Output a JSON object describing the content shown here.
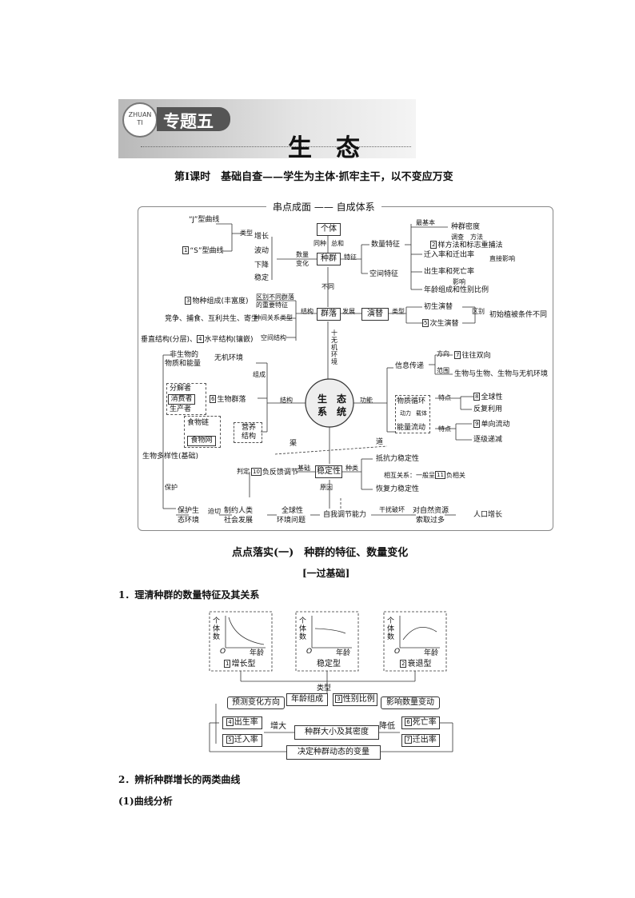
{
  "banner": {
    "badge_top": "ZHUAN",
    "badge_bottom": "TI",
    "topic": "专题五",
    "title": "生　态"
  },
  "lesson_title": "第Ⅰ课时　基础自查——学生为主体·抓牢主干，以不变应万变",
  "mindmap": {
    "header": "串点成面 —— 自成体系",
    "individual": "个体",
    "same_species": "同种",
    "total": "总和",
    "population": "种群",
    "quantity_change_1": "数量",
    "quantity_change_2": "变化",
    "j_curve": "“J”型曲线",
    "s_curve": "“S”型曲线",
    "type": "类型",
    "growth": "增长",
    "fluctuation": "波动",
    "decline": "下降",
    "stable": "稳定",
    "feature": "特征",
    "quantity_feature": "数量特征",
    "spatial_feature": "空间特征",
    "basic": "最基本",
    "density": "种群密度",
    "survey": "调查",
    "method": "方法",
    "sampling": "样方法和标志重捕法",
    "migration": "迁入率和迁出率",
    "direct_influence": "直接影响",
    "birth_death": "出生率和死亡率",
    "influence": "影响",
    "age_sex": "年龄组成和性别比例",
    "different": "不同",
    "community": "群落",
    "develop": "发展",
    "succession": "演替",
    "species_comp": "物种组成(丰富度)",
    "distinguish_1": "区别不同群落",
    "distinguish_2": "的重要特征",
    "relations": "竞争、捕食、互利共生、寄生",
    "interspecific": "种间关系类型",
    "vertical": "垂直结构(分层)、",
    "horizontal": "水平结构(镶嵌)",
    "spatial_structure": "空间结构",
    "structure": "结构",
    "type2": "类型",
    "primary": "初生演替",
    "secondary": "次生演替",
    "difference": "区别",
    "initial": "初始植被条件不同",
    "env_1": "十",
    "env_2": "无",
    "env_3": "机",
    "env_4": "环",
    "env_5": "境",
    "abiotic_1": "非生物的",
    "abiotic_2": "物质和能量",
    "abiotic_env": "无机环境",
    "composition": "组成",
    "decomposer": "分解者",
    "consumer": "消费者",
    "producer": "生产者",
    "biotic_community": "生物群落",
    "food_chain": "食物链",
    "food_web": "食物网",
    "trophic_1": "营养",
    "trophic_2": "结构",
    "eco_1": "生　态",
    "eco_2": "系　统",
    "function": "功能",
    "info": "信息传递",
    "direction": "方向",
    "bidirectional": "往往双向",
    "range": "范围",
    "range_items": "生物与生物、生物与无机环境",
    "matter_cycle": "物质循环",
    "power": "动力",
    "carrier": "载体",
    "energy_flow": "能量流动",
    "trait": "特点",
    "global": "全球性",
    "reuse": "反复利用",
    "one_way": "单向流动",
    "decrease": "逐级递减",
    "biodiversity": "生物多样性(基础)",
    "channel": "渠",
    "road": "道",
    "judge": "判定",
    "negative_feedback": "负反馈调节",
    "basis": "基础",
    "stability": "稳定性",
    "kind": "种类",
    "resistance": "抵抗力稳定性",
    "resilience": "恢复力稳定性",
    "mutual": "相互关系：一般呈",
    "neg_corr": "负相关",
    "cause": "原因",
    "protect": "保护",
    "protect_env_1": "保护生",
    "protect_env_2": "态环境",
    "urgent": "迫切",
    "restrict_1": "制约人类",
    "restrict_2": "社会发展",
    "global_env_1": "全球性",
    "global_env_2": "环境问题",
    "self_reg": "自我调节能力",
    "disturb": "干扰破坏",
    "over_1": "对自然资源",
    "over_2": "索取过多",
    "population_growth": "人口增长",
    "nums": {
      "n1": "1",
      "n2": "2",
      "n3": "3",
      "n4": "4",
      "n5": "5",
      "n6": "6",
      "n7": "7",
      "n8": "8",
      "n9": "9",
      "n10": "10",
      "n11": "11"
    }
  },
  "section1": {
    "title": "点点落实(一)　种群的特征、数量变化",
    "subtitle": "[一过基础]"
  },
  "item1": "1．理清种群的数量特征及其关系",
  "agechart": {
    "ylabel": "个体数",
    "xlabel": "年龄",
    "origin": "O",
    "growth": "增长型",
    "stable": "稳定型",
    "decline": "衰退型",
    "type": "类型",
    "predict": "预测变化方向",
    "age_comp": "年龄组成",
    "sex_ratio": "性别比例",
    "affect": "影响数量变动",
    "birth": "出生率",
    "immigration": "迁入率",
    "increase": "增大",
    "size_density": "种群大小及其密度",
    "reduce": "降低",
    "death": "死亡率",
    "emigration": "迁出率",
    "decisive": "决定种群动态的变量",
    "nums": {
      "n1": "1",
      "n2": "2",
      "n3": "3",
      "n4": "4",
      "n5": "5",
      "n6": "6",
      "n7": "7"
    }
  },
  "item2": "2．辨析种群增长的两类曲线",
  "item2_1": "(1)曲线分析"
}
